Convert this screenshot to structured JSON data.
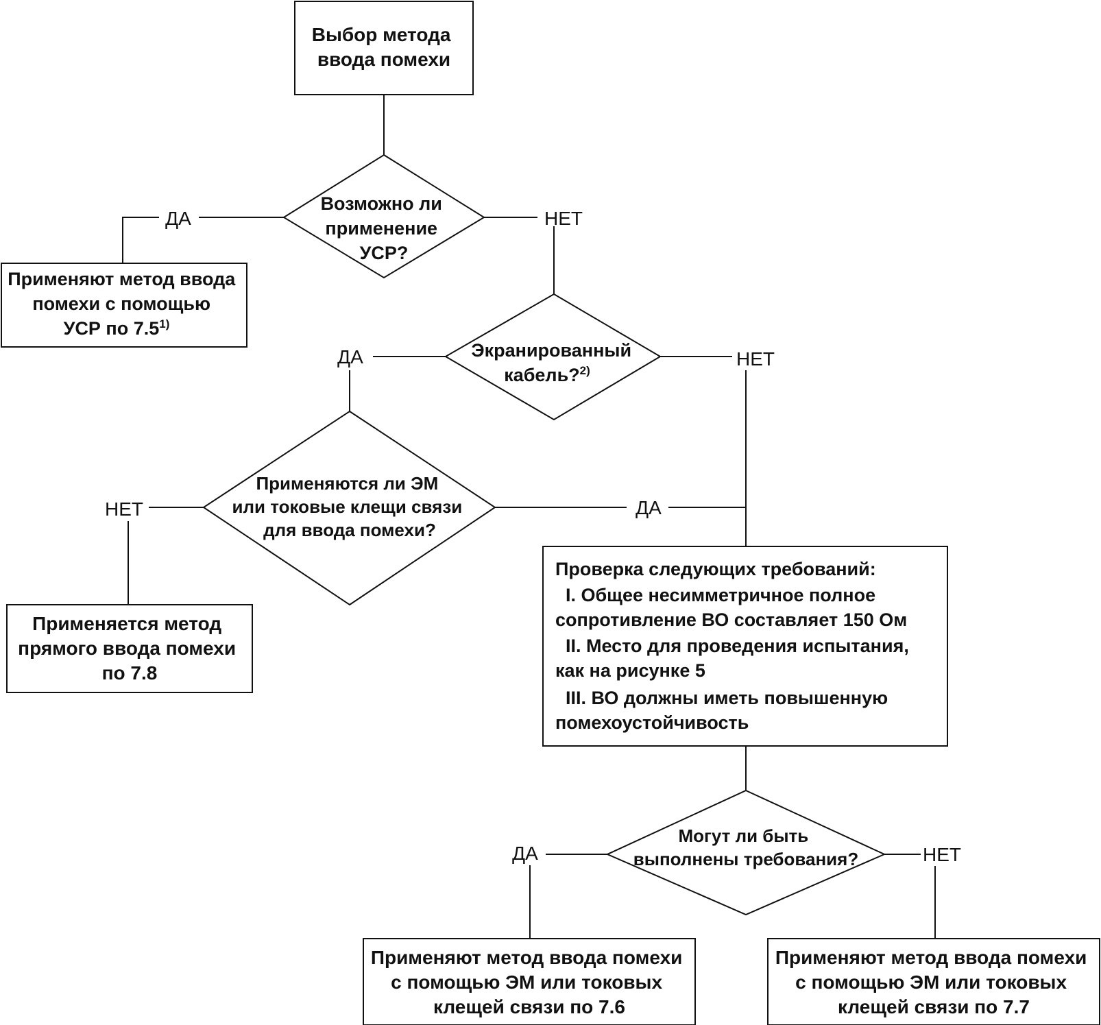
{
  "nodes": {
    "start": [
      "Выбор метода",
      "ввода помехи"
    ],
    "q_ucr": [
      "Возможно ли",
      "применение",
      "УСР?"
    ],
    "act_ucr": [
      "Применяют метод ввода",
      "помехи с помощью",
      "УСР по 7.5"
    ],
    "act_ucr_sup": "1)",
    "q_shield": [
      "Экранированный",
      "кабель?"
    ],
    "q_shield_sup": "2)",
    "q_em": [
      "Применяются ли ЭМ",
      "или токовые клещи связи",
      "для ввода помехи?"
    ],
    "act_direct": [
      "Применяется метод",
      "прямого ввода помехи",
      "по 7.8"
    ],
    "check": [
      "Проверка следующих требований:",
      "I.  Общее несимметричное полное",
      "сопротивление ВО составляет 150 Ом",
      "II. Место для проведения испытания,",
      "как на рисунке 5",
      "III. ВО должны иметь повышенную",
      "помехоустойчивость"
    ],
    "q_req": [
      "Могут ли быть",
      "выполнены требования?"
    ],
    "act_76": [
      "Применяют метод ввода помехи",
      "с помощью ЭМ или токовых",
      "клещей связи по 7.6"
    ],
    "act_77": [
      "Применяют метод ввода помехи",
      "с помощью ЭМ или токовых",
      "клещей связи по 7.7"
    ]
  },
  "labels": {
    "yes": "ДА",
    "no": "НЕТ"
  }
}
